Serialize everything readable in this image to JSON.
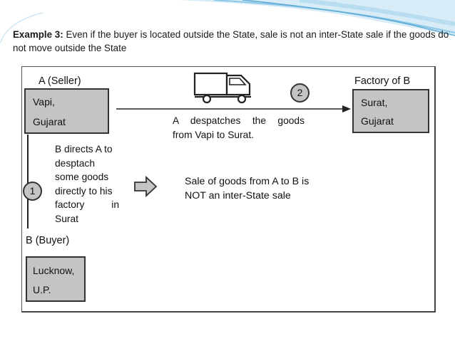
{
  "heading": {
    "prefix": "Example 3:",
    "text": " Even if the buyer is located outside the State, sale is not an inter-State sale if the goods do not move outside the State"
  },
  "seller": {
    "label": "A (Seller)",
    "line1": "Vapi,",
    "line2": "Gujarat"
  },
  "factory": {
    "label": "Factory of B",
    "line1": "Surat,",
    "line2": "Gujarat"
  },
  "buyer": {
    "label": "B (Buyer)",
    "line1": "Lucknow,",
    "line2": "U.P."
  },
  "step1": {
    "number": "1",
    "lines": [
      "B directs A to",
      "desptach",
      "some goods",
      "directly to his",
      "factory in",
      "Surat"
    ]
  },
  "step2": {
    "number": "2",
    "line1": "A despatches the goods",
    "line2": "from Vapi to Surat."
  },
  "conclusion": {
    "line1": "Sale of goods from A to B is",
    "line2": "NOT an inter-State sale"
  },
  "icons": {
    "truck": "truck-icon",
    "direction_arrow": "right-arrow-icon"
  },
  "colors": {
    "box_fill": "#c4c4c4",
    "border": "#333333",
    "deco_blue": "#5aa9d6"
  }
}
